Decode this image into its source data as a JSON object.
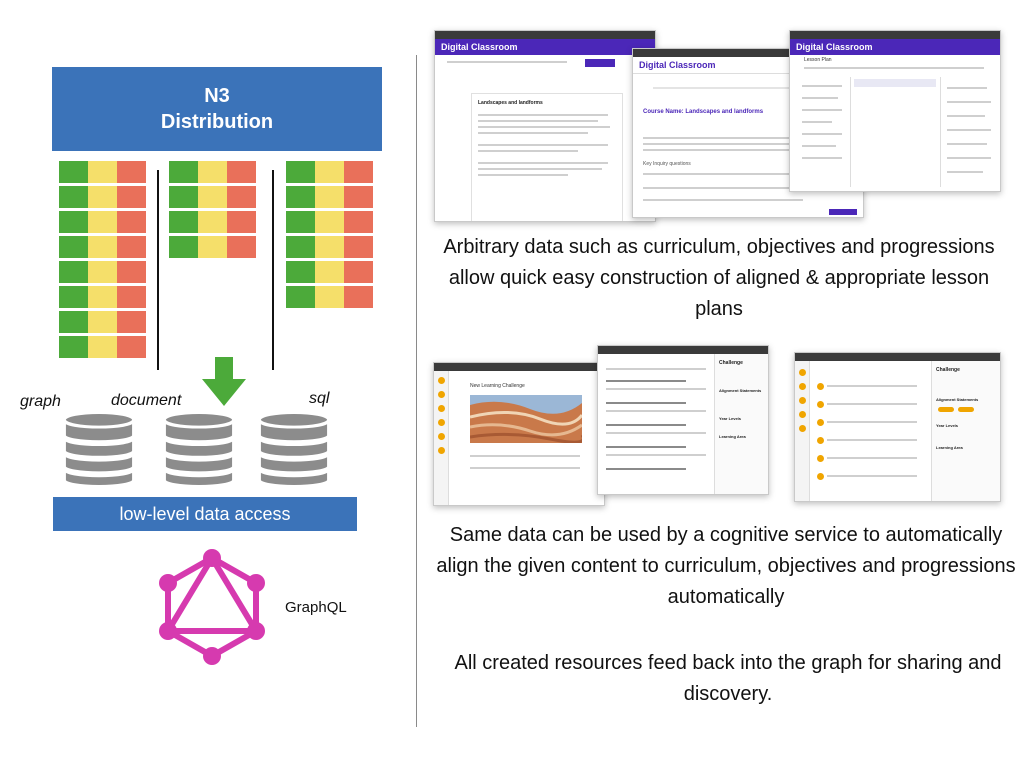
{
  "header": {
    "line1": "N3",
    "line2": "Distribution"
  },
  "stores": [
    {
      "label": "graph",
      "icon": "database-icon"
    },
    {
      "label": "document",
      "icon": "database-icon"
    },
    {
      "label": "sql",
      "icon": "database-icon"
    }
  ],
  "access_bar": "low-level data access",
  "graphql": {
    "label": "GraphQL",
    "icon": "graphql-logo-icon"
  },
  "captions": {
    "top": "Arbitrary data such as curriculum, objectives and progressions allow quick easy construction of aligned & appropriate lesson plans",
    "middle": "Same data can be used by a cognitive service to automatically align the given content to curriculum, objectives and progressions automatically",
    "bottom": "All created resources feed back into the graph for sharing and discovery."
  },
  "screenshots": {
    "app_name": "Digital Classroom",
    "card_title": "Landscapes and landforms",
    "course_title": "Course Name: Landscapes and landforms",
    "lesson_plan": "Lesson Plan",
    "key_inquiry": "Key Inquiry questions",
    "new_challenge": "New Learning Challenge",
    "alignment": "Alignment Statements",
    "year_levels": "Year Levels",
    "learning_areas": "Learning Area",
    "challenge": "Challenge"
  },
  "colors": {
    "blue": "#3b73b9",
    "green": "#4caa3a",
    "yellow": "#f5df6a",
    "red": "#e9705a",
    "arrow": "#4caa3a",
    "graphql": "#d63aaf",
    "db_gray": "#8c8c8c"
  }
}
